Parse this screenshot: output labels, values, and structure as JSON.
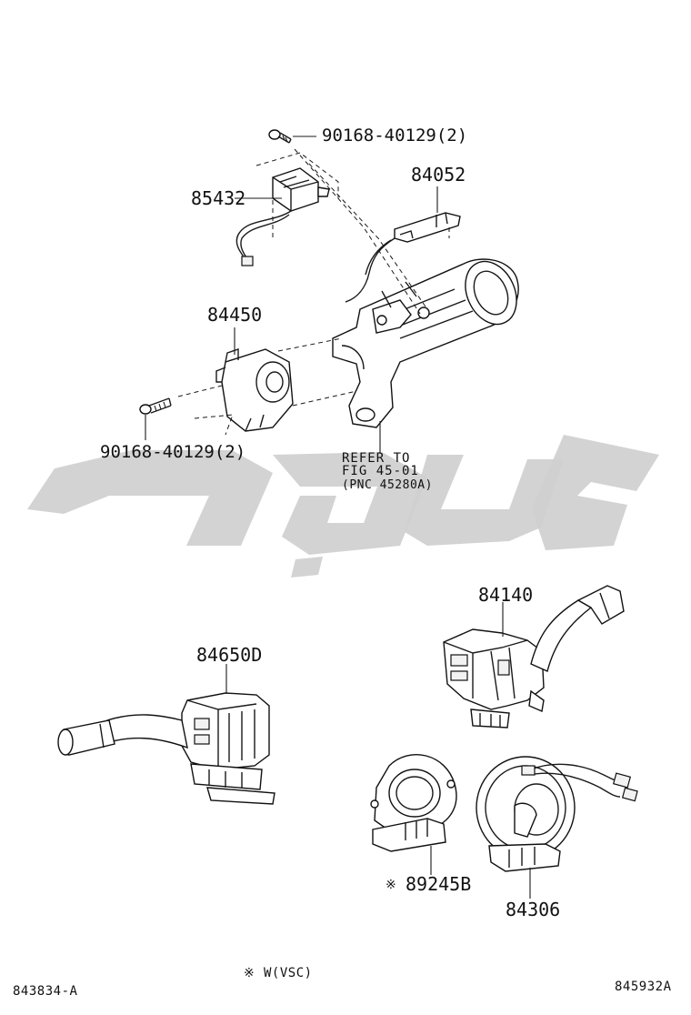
{
  "parts": {
    "screw_top": "90168-40129(2)",
    "p85432": "85432",
    "p84052": "84052",
    "p84450": "84450",
    "screw_bottom": "90168-40129(2)",
    "p84140": "84140",
    "p84650D": "84650D",
    "p89245B": "89245B",
    "p84306": "84306"
  },
  "reference": {
    "line1": "REFER TO",
    "line2": "FIG 45-01",
    "line3": "(PNC 45280A)"
  },
  "markers": {
    "note_symbol": "※",
    "footnote_symbol": "※",
    "footnote_text": "W(VSC)"
  },
  "footer": {
    "left_code": "843834-A",
    "right_code": "845932A"
  }
}
